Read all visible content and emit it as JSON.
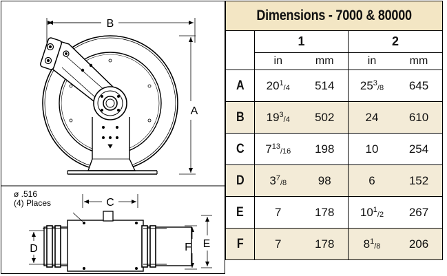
{
  "drawing": {
    "labels": {
      "b": "B",
      "a": "A",
      "c": "C",
      "d": "D",
      "e": "E",
      "f": "F",
      "hole_size": "ø .516",
      "hole_count": "(4) Places"
    }
  },
  "table": {
    "title": "Dimensions - 7000 & 80000",
    "columns": [
      "1",
      "2"
    ],
    "units": [
      "in",
      "mm"
    ],
    "rows": [
      {
        "letter": "A",
        "in1_whole": "20",
        "in1_frac_num": "1",
        "in1_frac_den": "4",
        "mm1": "514",
        "in2_whole": "25",
        "in2_frac_num": "3",
        "in2_frac_den": "8",
        "mm2": "645"
      },
      {
        "letter": "B",
        "in1_whole": "19",
        "in1_frac_num": "3",
        "in1_frac_den": "4",
        "mm1": "502",
        "in2_whole": "24",
        "in2_frac_num": "",
        "in2_frac_den": "",
        "mm2": "610"
      },
      {
        "letter": "C",
        "in1_whole": "7",
        "in1_frac_num": "13",
        "in1_frac_den": "16",
        "mm1": "198",
        "in2_whole": "10",
        "in2_frac_num": "",
        "in2_frac_den": "",
        "mm2": "254"
      },
      {
        "letter": "D",
        "in1_whole": "3",
        "in1_frac_num": "7",
        "in1_frac_den": "8",
        "mm1": "98",
        "in2_whole": "6",
        "in2_frac_num": "",
        "in2_frac_den": "",
        "mm2": "152"
      },
      {
        "letter": "E",
        "in1_whole": "7",
        "in1_frac_num": "",
        "in1_frac_den": "",
        "mm1": "178",
        "in2_whole": "10",
        "in2_frac_num": "1",
        "in2_frac_den": "2",
        "mm2": "267"
      },
      {
        "letter": "F",
        "in1_whole": "7",
        "in1_frac_num": "",
        "in1_frac_den": "",
        "mm1": "178",
        "in2_whole": "8",
        "in2_frac_num": "1",
        "in2_frac_den": "8",
        "mm2": "206"
      }
    ]
  }
}
